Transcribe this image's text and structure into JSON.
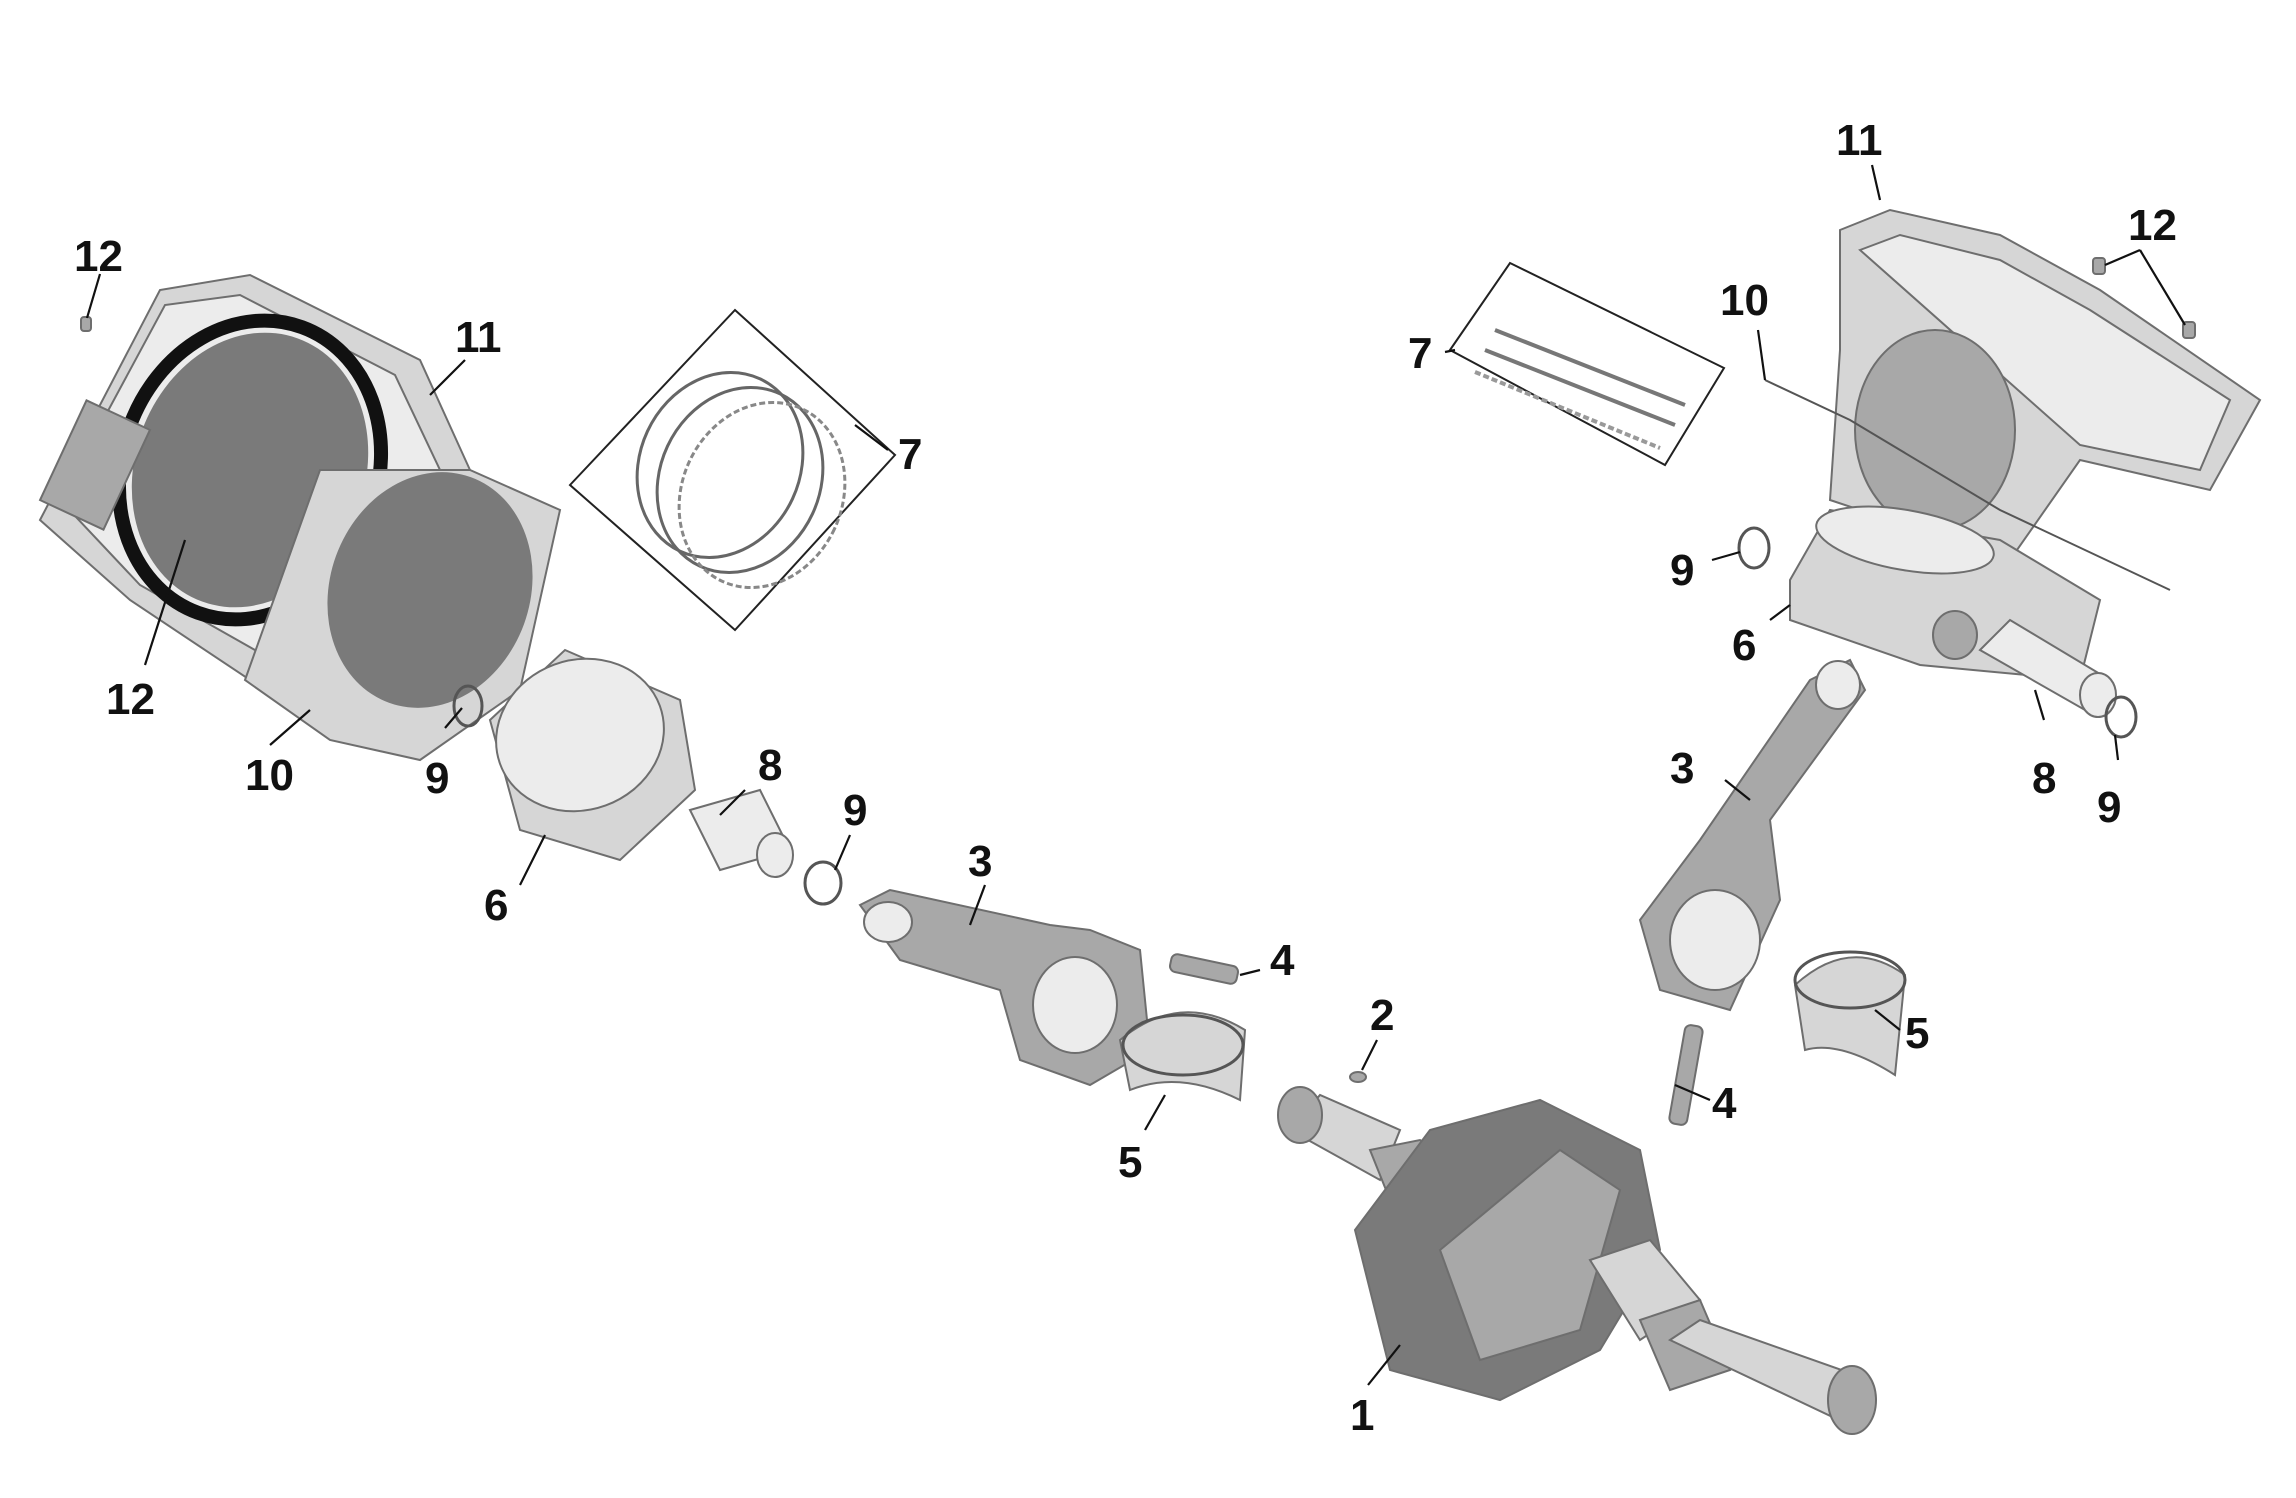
{
  "diagram": {
    "callouts": [
      {
        "id": "left-12-top",
        "text": "12"
      },
      {
        "id": "left-11",
        "text": "11"
      },
      {
        "id": "left-12-bottom",
        "text": "12"
      },
      {
        "id": "left-10",
        "text": "10"
      },
      {
        "id": "left-7",
        "text": "7"
      },
      {
        "id": "left-9-a",
        "text": "9"
      },
      {
        "id": "left-6",
        "text": "6"
      },
      {
        "id": "left-8",
        "text": "8"
      },
      {
        "id": "left-9-b",
        "text": "9"
      },
      {
        "id": "left-3",
        "text": "3"
      },
      {
        "id": "left-4",
        "text": "4"
      },
      {
        "id": "left-5",
        "text": "5"
      },
      {
        "id": "center-2",
        "text": "2"
      },
      {
        "id": "center-1",
        "text": "1"
      },
      {
        "id": "right-11",
        "text": "11"
      },
      {
        "id": "right-12",
        "text": "12"
      },
      {
        "id": "right-10",
        "text": "10"
      },
      {
        "id": "right-7",
        "text": "7"
      },
      {
        "id": "right-9-a",
        "text": "9"
      },
      {
        "id": "right-6",
        "text": "6"
      },
      {
        "id": "right-3",
        "text": "3"
      },
      {
        "id": "right-8",
        "text": "8"
      },
      {
        "id": "right-9-b",
        "text": "9"
      },
      {
        "id": "right-5",
        "text": "5"
      },
      {
        "id": "right-4",
        "text": "4"
      }
    ]
  }
}
